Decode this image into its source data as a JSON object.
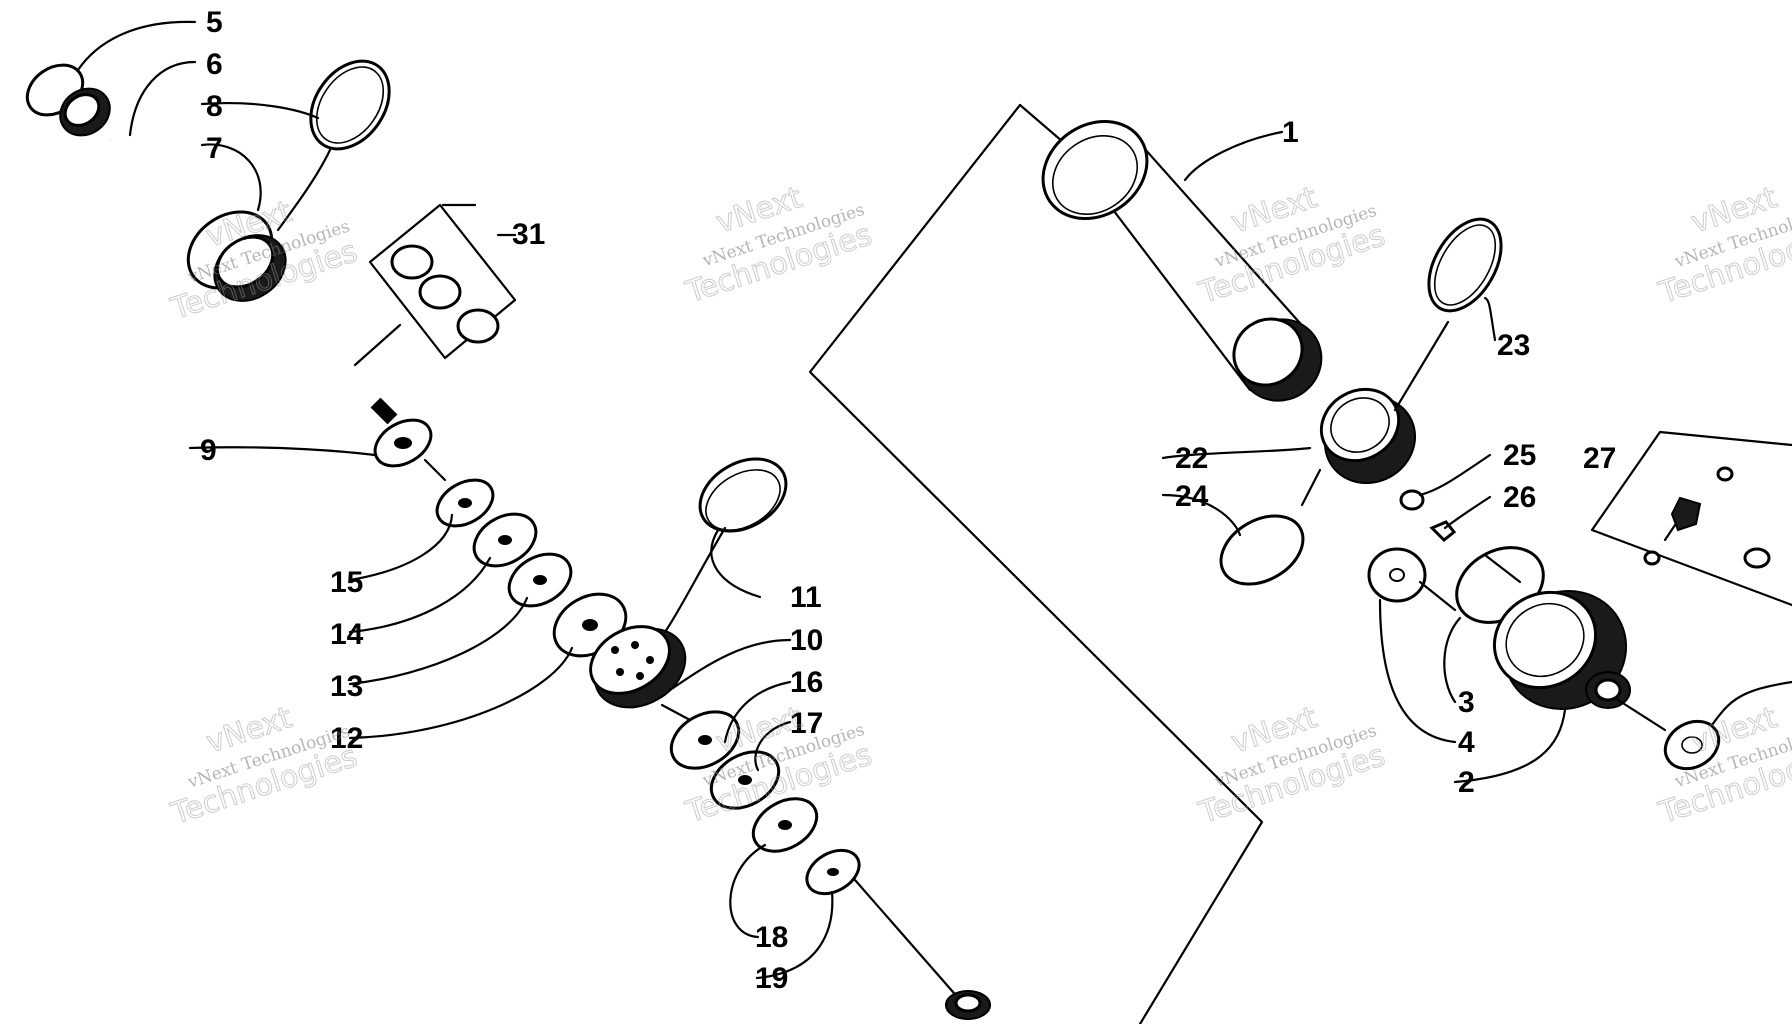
{
  "labels": [
    "1",
    "2",
    "3",
    "4",
    "5",
    "6",
    "7",
    "8",
    "9",
    "10",
    "11",
    "12",
    "13",
    "14",
    "15",
    "16",
    "17",
    "18",
    "19",
    "22",
    "23",
    "24",
    "25",
    "26",
    "27",
    "31"
  ],
  "watermark": {
    "line1": "vNext",
    "line2": "vNext Technologies",
    "line3": "Technologies"
  }
}
